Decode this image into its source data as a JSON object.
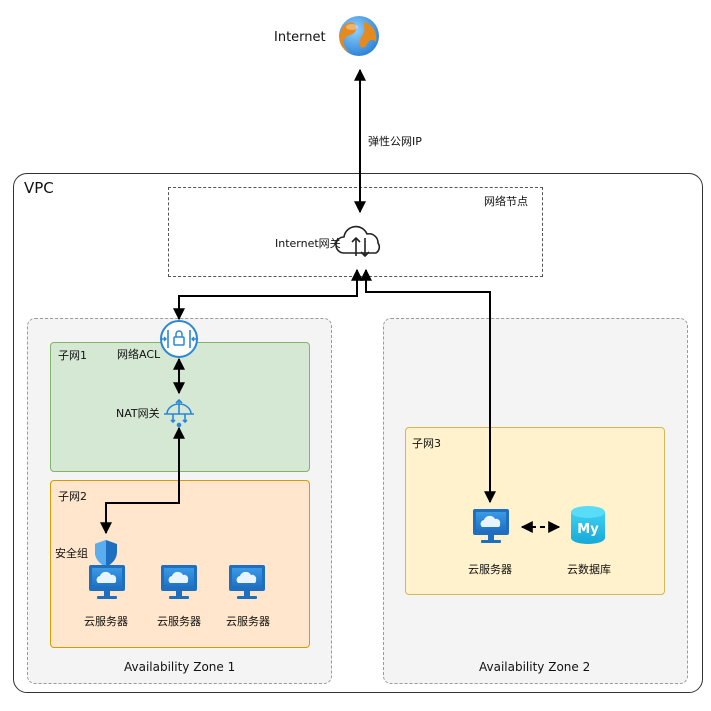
{
  "internet": {
    "label": "Internet"
  },
  "eip": {
    "label": "弹性公网IP"
  },
  "vpc": {
    "label": "VPC"
  },
  "network_node": {
    "label": "网络节点"
  },
  "internet_gateway": {
    "label": "Internet网关"
  },
  "az1": {
    "label": "Availability Zone 1",
    "subnet1": {
      "label": "子网1",
      "acl_label": "网络ACL",
      "nat_label": "NAT网关"
    },
    "subnet2": {
      "label": "子网2",
      "security_group_label": "安全组",
      "servers": [
        {
          "label": "云服务器"
        },
        {
          "label": "云服务器"
        },
        {
          "label": "云服务器"
        }
      ]
    }
  },
  "az2": {
    "label": "Availability Zone 2",
    "subnet3": {
      "label": "子网3",
      "server_label": "云服务器",
      "db_label": "云数据库",
      "db_icon_text": "My"
    }
  },
  "colors": {
    "icon_blue": "#2b86d8",
    "subnet1_fill": "#d5e8d4",
    "subnet2_fill": "#ffe6cc",
    "subnet3_fill": "#fff2cc",
    "az_fill": "#f4f4f4"
  }
}
